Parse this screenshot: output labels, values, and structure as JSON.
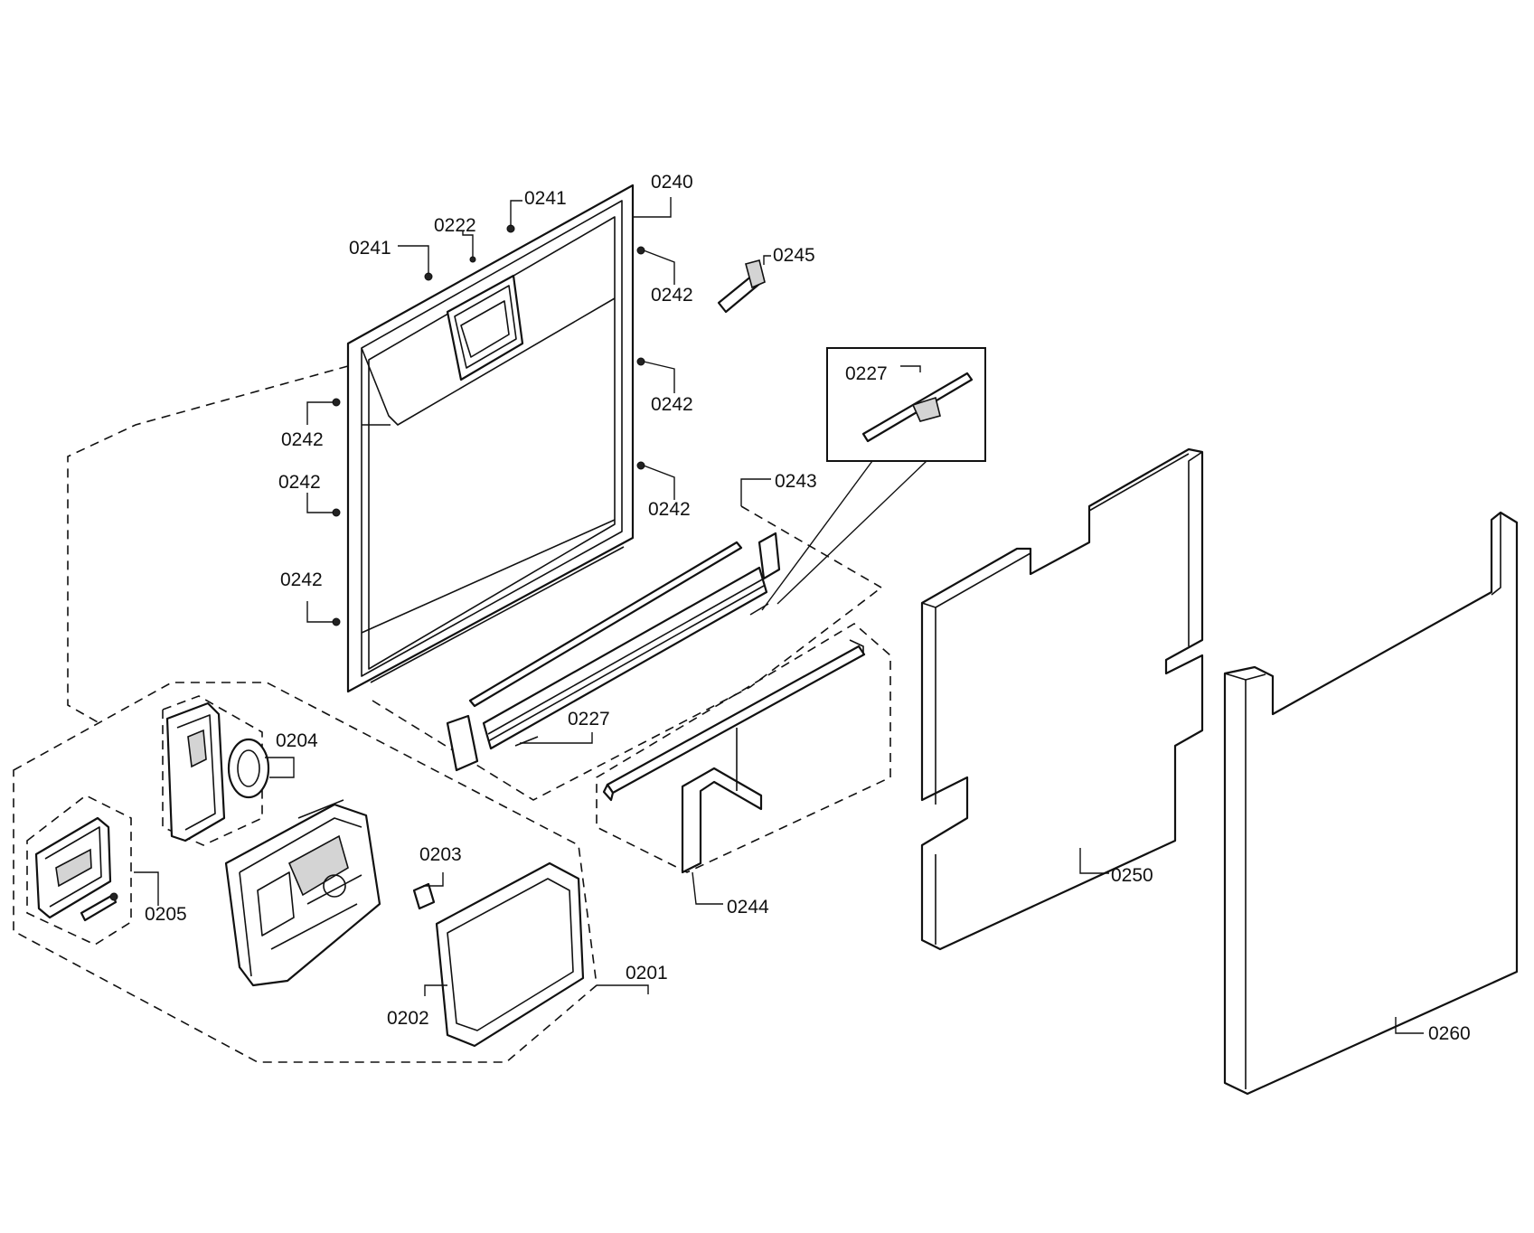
{
  "labels": {
    "p0201": "0201",
    "p0202": "0202",
    "p0203": "0203",
    "p0204": "0204",
    "p0205": "0205",
    "p0222": "0222",
    "p0227_inset": "0227",
    "p0227_bottom": "0227",
    "p0240": "0240",
    "p0241_top": "0241",
    "p0241_left": "0241",
    "p0242_r1": "0242",
    "p0242_r2": "0242",
    "p0242_r3": "0242",
    "p0242_l1": "0242",
    "p0242_l2": "0242",
    "p0242_l3": "0242",
    "p0243": "0243",
    "p0244": "0244",
    "p0245": "0245",
    "p0250": "0250",
    "p0260": "0260"
  }
}
